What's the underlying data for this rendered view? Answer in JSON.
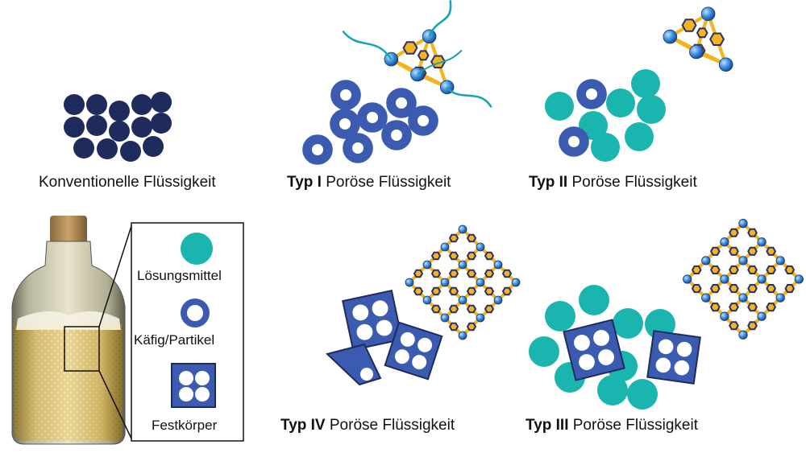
{
  "colors": {
    "navy": "#1f2b5c",
    "blue": "#3a5bb0",
    "blue_light": "#4f6fc8",
    "teal": "#19b5ae",
    "gold": "#f2b51d",
    "cage_node": "#3d8fe0",
    "wave": "#15a3b4"
  },
  "captions": {
    "conventional": "Konventionelle Flüssigkeit",
    "type1_prefix": "Typ I",
    "type1_suffix": " Poröse Flüssigkeit",
    "type2_prefix": "Typ II",
    "type2_suffix": " Poröse Flüssigkeit",
    "type4_prefix": "Typ IV",
    "type4_suffix": " Poröse Flüssigkeit",
    "type3_prefix": "Typ III",
    "type3_suffix": " Poröse Flüssigkeit"
  },
  "legend": {
    "solvent": "Lösungsmittel",
    "cage": "Käfig/Partikel",
    "solid": "Festkörper"
  },
  "icons": {
    "bottle": "bottle-photo-icon",
    "cage_molecule": "tetrahedral-cage-icon",
    "framework": "porous-framework-icon"
  }
}
